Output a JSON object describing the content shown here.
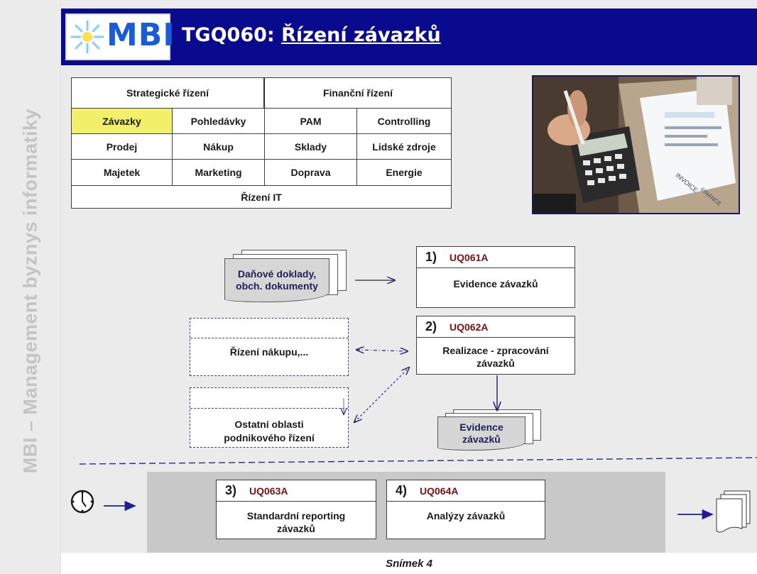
{
  "sidebar": {
    "text": "MBI – Management byznys informatiky"
  },
  "header": {
    "logo_text": "MBI",
    "title_prefix": "TGQ060: ",
    "title_main": "Řízení závazků"
  },
  "grid": {
    "strategic": "Strategické řízení",
    "financial": "Finanční řízení",
    "row1": [
      "Závazky",
      "Pohledávky",
      "PAM",
      "Controlling"
    ],
    "row2": [
      "Prodej",
      "Nákup",
      "Sklady",
      "Lidské zdroje"
    ],
    "row3": [
      "Majetek",
      "Marketing",
      "Doprava",
      "Energie"
    ],
    "it": "Řízení IT"
  },
  "photo": {
    "icon": "calculator-invoice-photo",
    "invoice_label": "INVOICE",
    "finance_label": "FINANCE"
  },
  "diagram": {
    "doc_input": [
      "Daňové doklady,",
      "obch. dokumenty"
    ],
    "box1": {
      "num": "1)",
      "code": "UQ061A",
      "label": "Evidence závazků"
    },
    "box2": {
      "num": "2)",
      "code": "UQ062A",
      "label_l1": "Realizace - zpracování",
      "label_l2": "závazků"
    },
    "dashed1": "Řízení nákupu,...",
    "dashed2_l1": "Ostatní oblasti",
    "dashed2_l2": "podnikového řízení",
    "doc_output": [
      "Evidence",
      "závazků"
    ],
    "box3": {
      "num": "3)",
      "code": "UQ063A",
      "label_l1": "Standardní reporting",
      "label_l2": "závazků"
    },
    "box4": {
      "num": "4)",
      "code": "UQ064A",
      "label": "Analýzy závazků"
    },
    "clock_icon": "clock-icon",
    "output_docs_icon": "document-stack-icon"
  },
  "footer": {
    "text": "Snímek 4"
  },
  "colors": {
    "header_bg": "#0a0a8f",
    "highlight": "#f2ef6a",
    "code_red": "#7a1010",
    "arrow_blue": "#1f1f8f"
  }
}
